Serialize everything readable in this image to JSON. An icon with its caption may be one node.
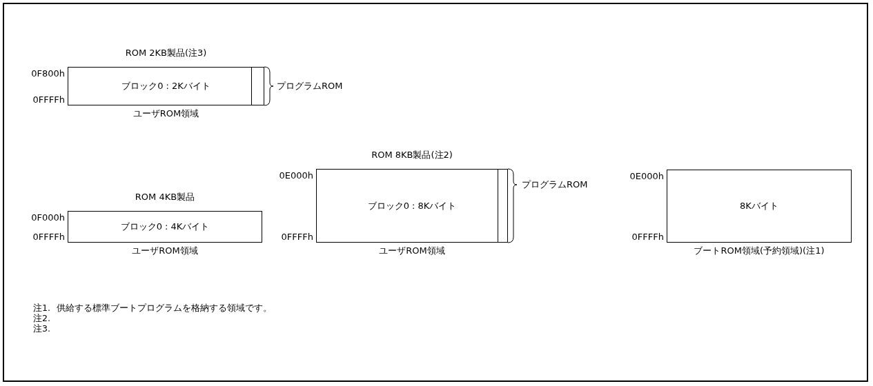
{
  "diagram": {
    "nodes": [
      {
        "text": [
          "ROM 2KB製品(注3)",
          "ブロック0 : 2Kバイト"
        ],
        "beside": [
          "0F800h",
          "0FFFFh",
          "ユーザROM領域"
        ]
      },
      {
        "text": [
          "ROM 4KB製品",
          "ブロック0 : 4Kバイト"
        ],
        "beside": [
          "0F000h",
          "0FFFFh",
          "ユーザROM領域"
        ]
      },
      {
        "text": [
          "ROM 8KB製品(注2)",
          "ブロック0 : 8Kバイト"
        ],
        "beside": [
          "0E000h",
          "0FFFFh",
          "ユーザROM領域"
        ]
      },
      {
        "text": [
          "8Kバイト"
        ],
        "beside": [
          "0E000h",
          "0FFFFh",
          "ブートROM領域(予約領域)(注1)"
        ]
      }
    ],
    "labels": [
      "プログラムROM",
      "プログラムROM",
      "注1.",
      "供給する標準ブートプログラムを格納する領域です。",
      "注2.",
      "注3."
    ]
  }
}
